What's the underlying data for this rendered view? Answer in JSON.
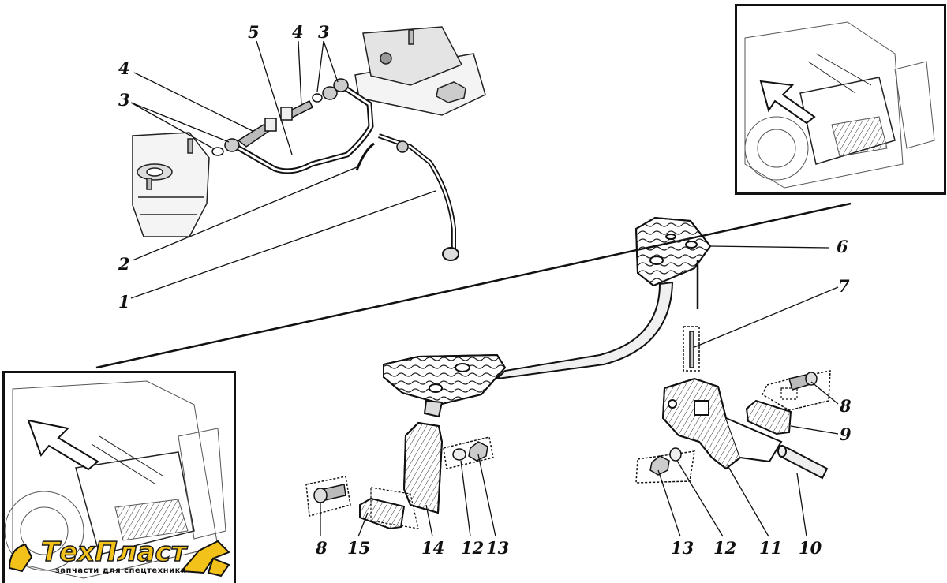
{
  "callouts": {
    "c1": "1",
    "c2": "2",
    "c3a": "3",
    "c3b": "3",
    "c4a": "4",
    "c4b": "4",
    "c5": "5",
    "c6": "6",
    "c7": "7",
    "c8a": "8",
    "c8b": "8",
    "c9": "9",
    "c10": "10",
    "c11": "11",
    "c12a": "12",
    "c12b": "12",
    "c13a": "13",
    "c13b": "13",
    "c14": "14",
    "c15": "15"
  },
  "logo": {
    "name": "ТехПласт",
    "tagline": "запчасти для спецтехники"
  },
  "colors": {
    "ink": "#111111",
    "logo_fill": "#f2c21a"
  }
}
